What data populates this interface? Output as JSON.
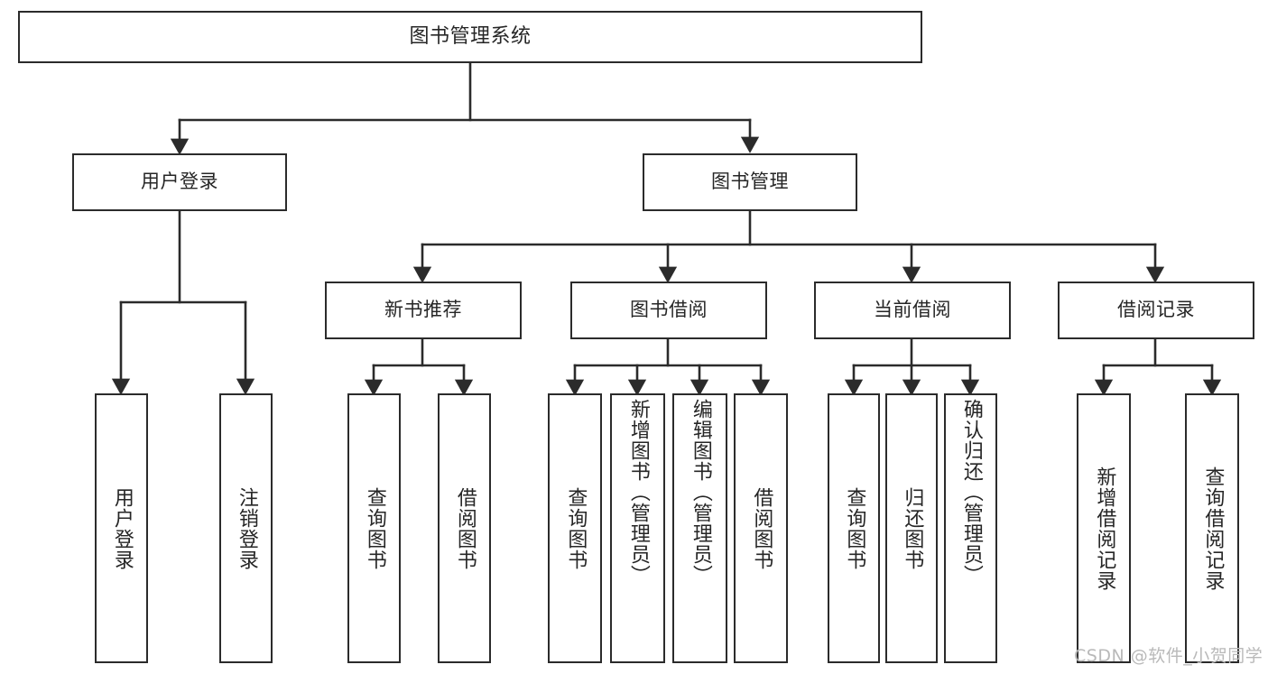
{
  "diagram": {
    "title": "图书管理系统",
    "type": "tree",
    "watermark": "CSDN @软件_小贺同学",
    "line_color": "#2b2b2b",
    "box_fill": "#ffffff",
    "text_color": "#262626",
    "watermark_color": "#b9b9b9",
    "levels": {
      "root": {
        "label": "图书管理系统"
      },
      "level2": [
        {
          "id": "user-login",
          "label": "用户登录"
        },
        {
          "id": "book-manage",
          "label": "图书管理"
        }
      ],
      "level3": [
        {
          "id": "new-book-recommend",
          "label": "新书推荐",
          "parent": "book-manage"
        },
        {
          "id": "book-borrow",
          "label": "图书借阅",
          "parent": "book-manage"
        },
        {
          "id": "current-borrow",
          "label": "当前借阅",
          "parent": "book-manage"
        },
        {
          "id": "borrow-record",
          "label": "借阅记录",
          "parent": "book-manage"
        }
      ],
      "leaves": [
        {
          "id": "leaf-user-login",
          "label": "用户登录",
          "parent": "user-login",
          "align": "center"
        },
        {
          "id": "leaf-user-logout",
          "label": "注销登录",
          "parent": "user-login",
          "align": "center"
        },
        {
          "id": "leaf-query-book-1",
          "label": "查询图书",
          "parent": "new-book-recommend",
          "align": "center"
        },
        {
          "id": "leaf-borrow-book-1",
          "label": "借阅图书",
          "parent": "new-book-recommend",
          "align": "center"
        },
        {
          "id": "leaf-query-book-2",
          "label": "查询图书",
          "parent": "book-borrow",
          "align": "center"
        },
        {
          "id": "leaf-add-book",
          "label": "新增图书（管理员）",
          "parent": "book-borrow",
          "align": "top"
        },
        {
          "id": "leaf-edit-book",
          "label": "编辑图书（管理员）",
          "parent": "book-borrow",
          "align": "top"
        },
        {
          "id": "leaf-borrow-book-2",
          "label": "借阅图书",
          "parent": "book-borrow",
          "align": "center"
        },
        {
          "id": "leaf-query-book-3",
          "label": "查询图书",
          "parent": "current-borrow",
          "align": "center"
        },
        {
          "id": "leaf-return-book",
          "label": "归还图书",
          "parent": "current-borrow",
          "align": "center"
        },
        {
          "id": "leaf-confirm-return",
          "label": "确认归还（管理员）",
          "parent": "current-borrow",
          "align": "top"
        },
        {
          "id": "leaf-add-record",
          "label": "新增借阅记录",
          "parent": "borrow-record",
          "align": "center"
        },
        {
          "id": "leaf-query-record",
          "label": "查询借阅记录",
          "parent": "borrow-record",
          "align": "center"
        }
      ]
    }
  }
}
